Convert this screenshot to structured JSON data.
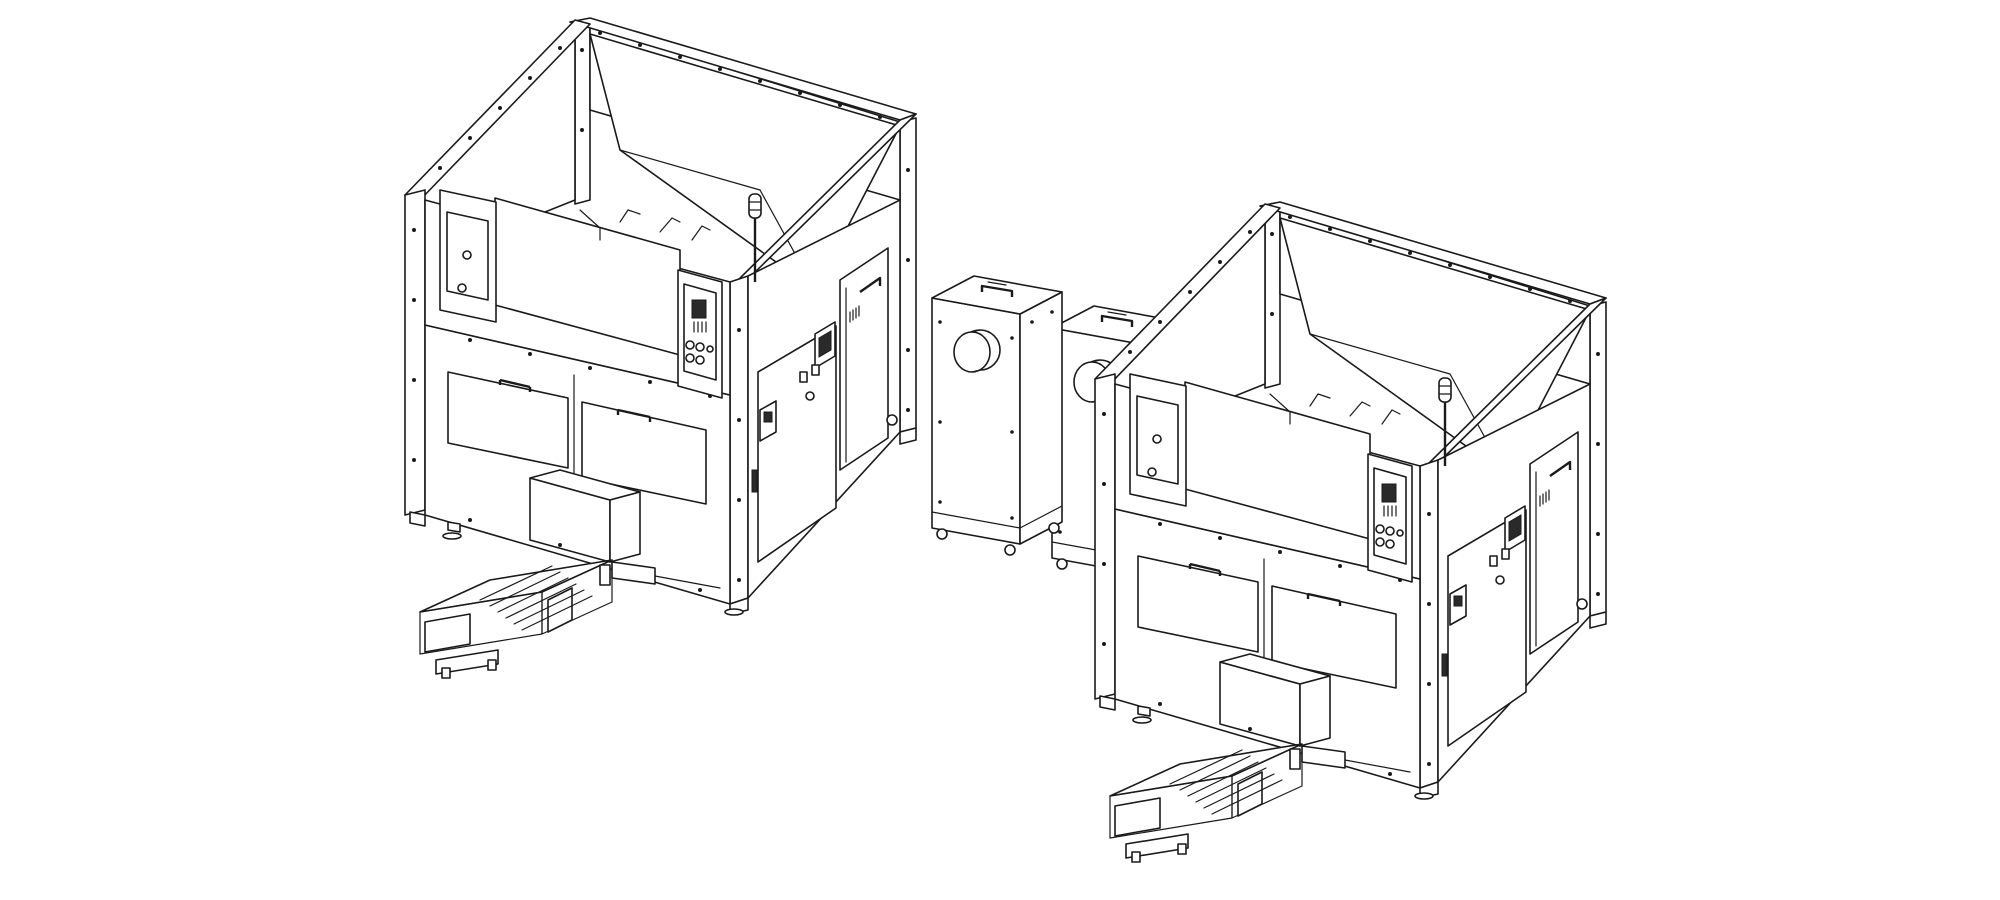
{
  "drawing": {
    "background_color": "#ffffff",
    "line_color": "#1a1a1a",
    "machines": [
      {
        "id": "machine-left"
      },
      {
        "id": "machine-right"
      }
    ],
    "central_units": [
      {
        "id": "dust-collector-front"
      },
      {
        "id": "dust-collector-back"
      }
    ]
  }
}
